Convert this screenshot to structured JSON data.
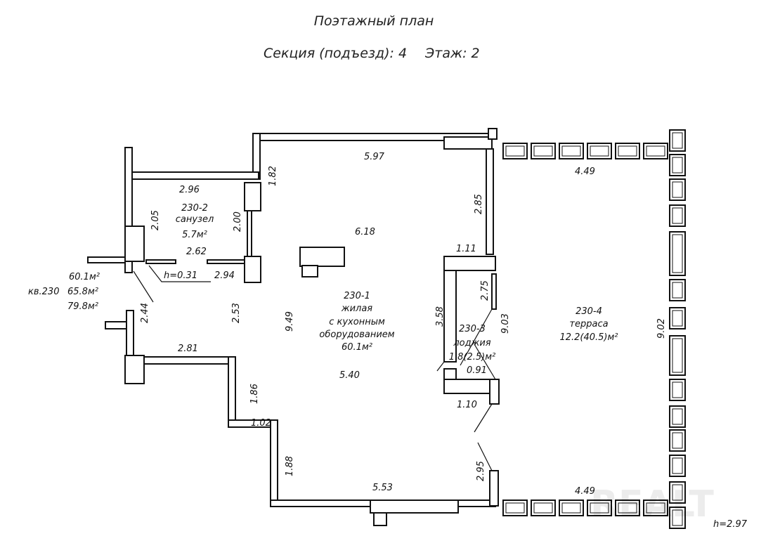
{
  "title": "Поэтажный план",
  "subtitle": {
    "section": "Секция (подъезд): 4",
    "floor": "Этаж: 2"
  },
  "apartment": {
    "label": "кв.230",
    "areas": [
      "60.1м²",
      "65.8м²",
      "79.8м²"
    ]
  },
  "rooms": [
    {
      "id": "230-1",
      "name": "жилая",
      "name2": "с кухонным",
      "name3": "оборудованием",
      "area": "60.1м²"
    },
    {
      "id": "230-2",
      "name": "санузел",
      "area": "5.7м²"
    },
    {
      "id": "230-3",
      "name": "лоджия",
      "area": "1.8(2.5)м²"
    },
    {
      "id": "230-4",
      "name": "терраса",
      "area": "12.2(40.5)м²"
    }
  ],
  "dimensions": {
    "d597": "5.97",
    "d182": "1.82",
    "d296": "2.96",
    "d205": "2.05",
    "d200": "2.00",
    "d262": "2.62",
    "h031": "h=0.31",
    "d294": "2.94",
    "d618": "6.18",
    "d285": "2.85",
    "d111": "1.11",
    "d275": "2.75",
    "d244": "2.44",
    "d253": "2.53",
    "d949": "9.49",
    "d358": "3.58",
    "d903": "9.03",
    "d091": "0.91",
    "d110": "1.10",
    "d281": "2.81",
    "d540": "5.40",
    "d186": "1.86",
    "d102": "1.02",
    "d188": "1.88",
    "d553": "5.53",
    "d295": "2.95",
    "d449top": "4.49",
    "d449bot": "4.49",
    "d902": "9.02",
    "h297": "h=2.97"
  },
  "watermark": "REALT"
}
